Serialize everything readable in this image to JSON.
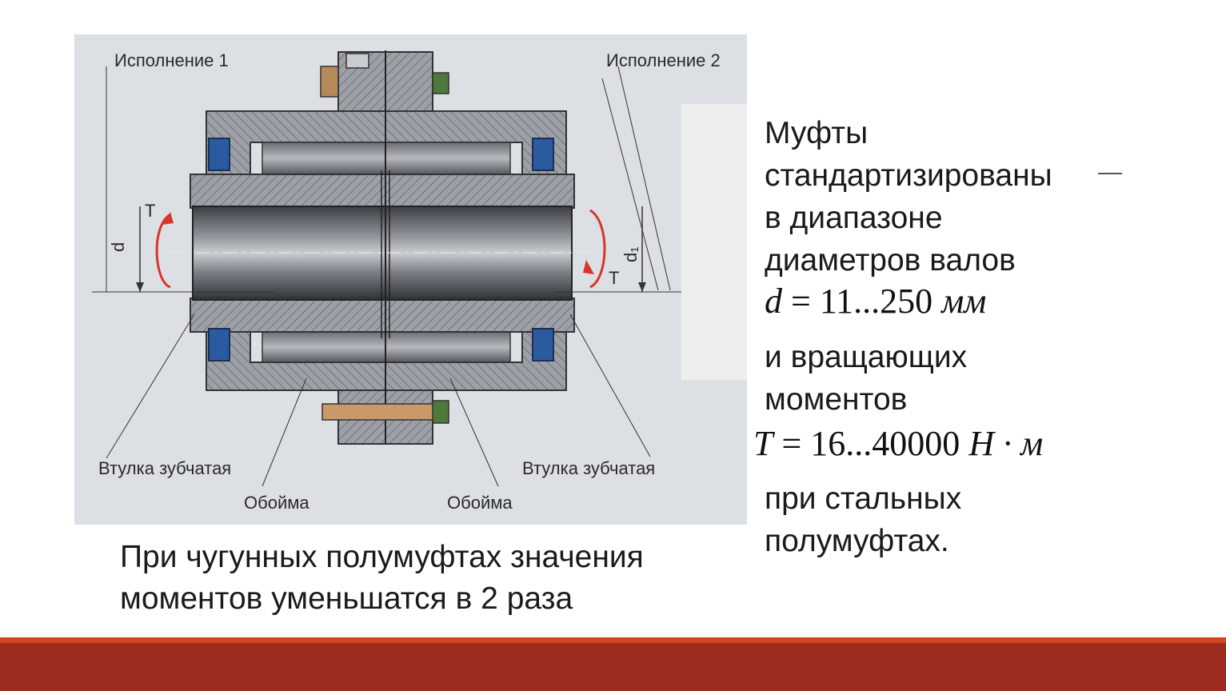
{
  "figure": {
    "label_version_1": "Исполнение 1",
    "label_version_2": "Исполнение 2",
    "label_sleeve_left": "Втулка зубчатая",
    "label_sleeve_right": "Втулка зубчатая",
    "label_cage_left": "Обойма",
    "label_cage_right": "Обойма",
    "label_T_left": "T",
    "label_T_right": "T",
    "label_d": "d",
    "label_d1": "d₁"
  },
  "text": {
    "line1": "Муфты",
    "line2": "стандартизированы",
    "line3": "в диапазоне",
    "line4": "диаметров валов",
    "formula_d_var": "d",
    "formula_d_eq": " = 11...250 ",
    "formula_d_unit": "мм",
    "line5": "и вращающих",
    "line6": "моментов",
    "formula_T_var": "T",
    "formula_T_eq": " = 16...40000  ",
    "formula_T_unit": "Н · м",
    "line7": "при стальных",
    "line8": "полумуфтах."
  },
  "caption": {
    "line1": "При чугунных полумуфтах значения",
    "line2": "моментов уменьшатся в 2 раза"
  },
  "colors": {
    "footer_bar": "#9e2b1f",
    "footer_stripe": "#d2451e",
    "figure_bg": "#dcdfe4",
    "seal_blue": "#2c5aa0",
    "arrow_red": "#d8352a"
  }
}
